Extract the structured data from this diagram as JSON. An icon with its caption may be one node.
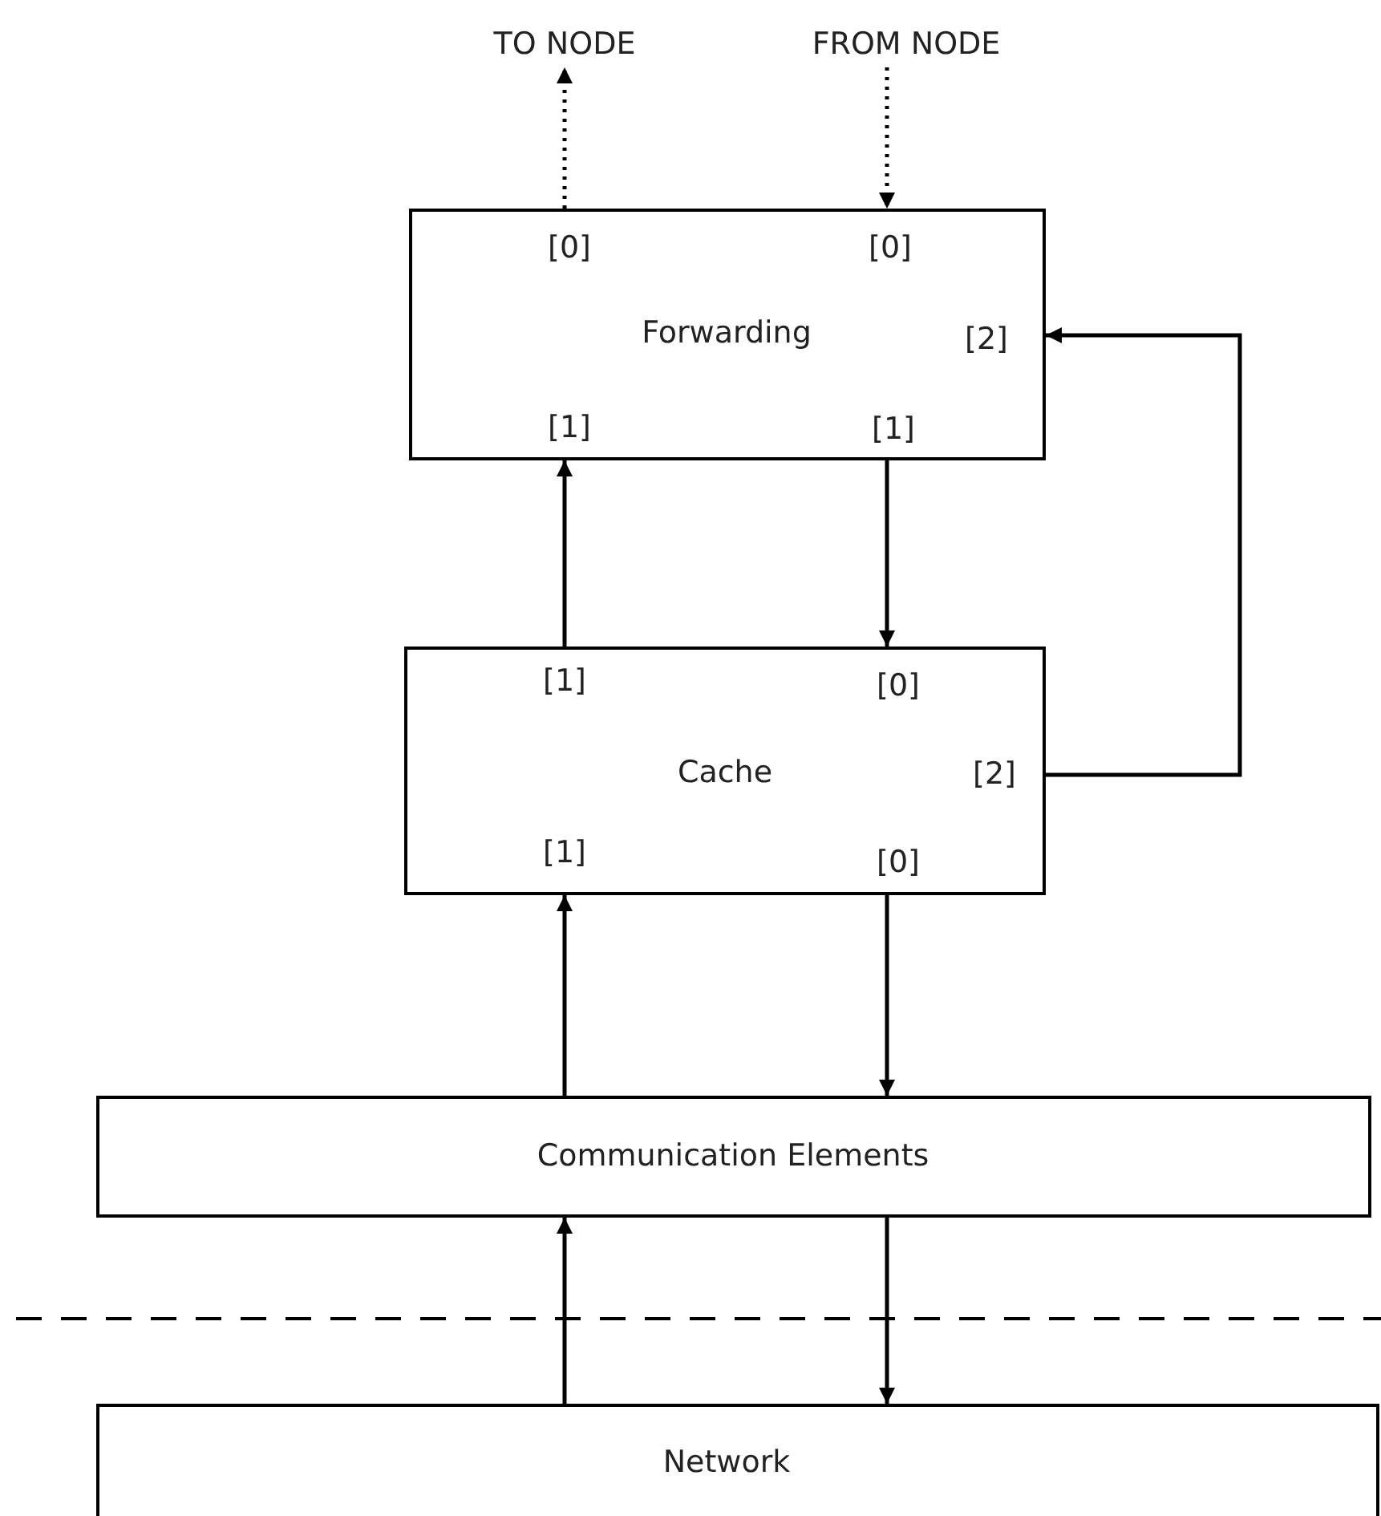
{
  "diagram": {
    "nodes": [
      {
        "text": [
          "TO NODE"
        ]
      },
      {
        "text": [
          "FROM NODE"
        ]
      },
      {
        "text": [
          "[0]",
          "[0]",
          "Forwarding",
          "[2]",
          "[1]",
          "[1]"
        ]
      },
      {
        "text": [
          "[1]",
          "[0]",
          "Cache",
          "[2]",
          "[1]",
          "[0]"
        ]
      },
      {
        "text": [
          "Communication Elements"
        ]
      },
      {
        "text": [
          "Network"
        ]
      }
    ],
    "edges": [
      {
        "from": 2,
        "to": 0,
        "arrow": "to",
        "style": "dashed"
      },
      {
        "from": 1,
        "to": 2,
        "arrow": "to",
        "style": "dashed"
      },
      {
        "from": 3,
        "to": 2,
        "arrow": "to"
      },
      {
        "from": 2,
        "to": 3,
        "arrow": "to"
      },
      {
        "from": 3,
        "to": 2,
        "arrow": "to"
      },
      {
        "from": 4,
        "to": 3,
        "arrow": "to"
      },
      {
        "from": 3,
        "to": 4,
        "arrow": "to"
      },
      {
        "from": 5,
        "to": 4,
        "arrow": "to"
      },
      {
        "from": 4,
        "to": 5,
        "arrow": "to"
      }
    ]
  }
}
